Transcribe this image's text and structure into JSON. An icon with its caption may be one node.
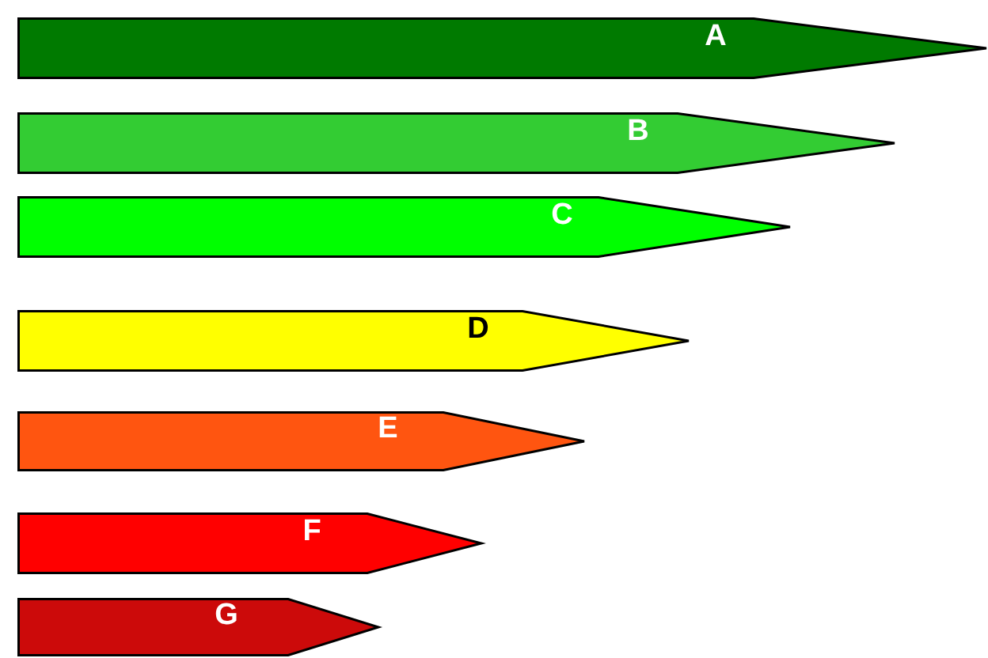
{
  "diagram": {
    "nodes": [
      {
        "text": [
          "A"
        ]
      },
      {
        "text": [
          "B"
        ]
      },
      {
        "text": [
          "C"
        ]
      },
      {
        "text": [
          "D"
        ]
      },
      {
        "text": [
          "E"
        ]
      },
      {
        "text": [
          "F"
        ]
      },
      {
        "text": [
          "G"
        ]
      }
    ]
  }
}
